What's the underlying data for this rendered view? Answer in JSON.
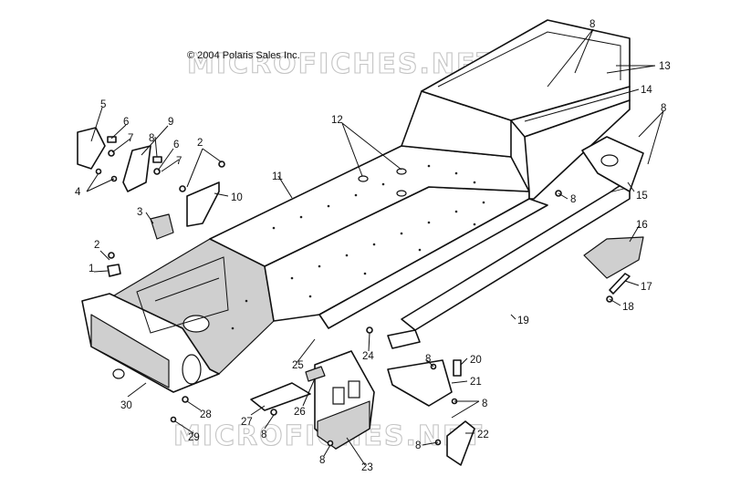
{
  "copyright": "© 2004 Polaris Sales Inc.",
  "watermark": "MICROFICHES.NET",
  "callouts": [
    {
      "id": "1",
      "label": "1"
    },
    {
      "id": "2a",
      "label": "2"
    },
    {
      "id": "2b",
      "label": "2"
    },
    {
      "id": "3",
      "label": "3"
    },
    {
      "id": "4",
      "label": "4"
    },
    {
      "id": "5",
      "label": "5"
    },
    {
      "id": "6a",
      "label": "6"
    },
    {
      "id": "6b",
      "label": "6"
    },
    {
      "id": "7a",
      "label": "7"
    },
    {
      "id": "7b",
      "label": "7"
    },
    {
      "id": "8a",
      "label": "8"
    },
    {
      "id": "8b",
      "label": "8"
    },
    {
      "id": "8c",
      "label": "8"
    },
    {
      "id": "8d",
      "label": "8"
    },
    {
      "id": "8e",
      "label": "8"
    },
    {
      "id": "8f",
      "label": "8"
    },
    {
      "id": "8g",
      "label": "8"
    },
    {
      "id": "8h",
      "label": "8"
    },
    {
      "id": "8i",
      "label": "8"
    },
    {
      "id": "9",
      "label": "9"
    },
    {
      "id": "10",
      "label": "10"
    },
    {
      "id": "11",
      "label": "11"
    },
    {
      "id": "12",
      "label": "12"
    },
    {
      "id": "13",
      "label": "13"
    },
    {
      "id": "14",
      "label": "14"
    },
    {
      "id": "15",
      "label": "15"
    },
    {
      "id": "16",
      "label": "16"
    },
    {
      "id": "17",
      "label": "17"
    },
    {
      "id": "18",
      "label": "18"
    },
    {
      "id": "19",
      "label": "19"
    },
    {
      "id": "20",
      "label": "20"
    },
    {
      "id": "21",
      "label": "21"
    },
    {
      "id": "22",
      "label": "22"
    },
    {
      "id": "23",
      "label": "23"
    },
    {
      "id": "24",
      "label": "24"
    },
    {
      "id": "25",
      "label": "25"
    },
    {
      "id": "26",
      "label": "26"
    },
    {
      "id": "27",
      "label": "27"
    },
    {
      "id": "28",
      "label": "28"
    },
    {
      "id": "29",
      "label": "29"
    },
    {
      "id": "30",
      "label": "30"
    }
  ]
}
